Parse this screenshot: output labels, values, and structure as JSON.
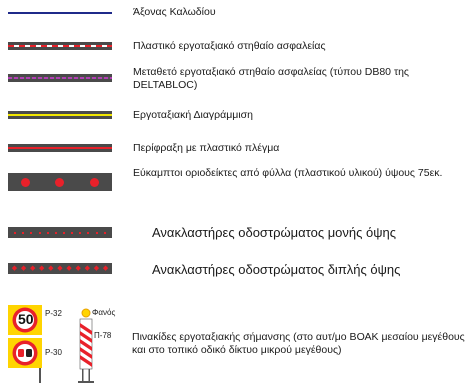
{
  "legend": {
    "axis_label": "Άξονας Καλωδίου",
    "plastic_barrier_label": "Πλαστικό εργοταξιακό στηθαίο ασφαλείας",
    "movable_barrier_label": "Μεταθετό εργοταξιακό στηθαίο ασφαλείας (τύπου DB80 της DELTABLOC)",
    "work_marking_label": "Εργοταξιακή Διαγράμμιση",
    "fence_label": "Περίφραξη με πλαστικό πλέγμα",
    "delineators_label": "Εύκαμπτοι οριοδείκτες από φύλλα (πλαστικού υλικού) ύψους 75εκ.",
    "single_reflectors_label": "Ανακλαστήρες οδοστρώματος μονής όψης",
    "double_reflectors_label": "Ανακλαστήρες οδοστρώματος διπλής όψης",
    "signs_label": "Πινακίδες εργοταξιακής σήμανσης (στο αυτ/μο ΒΟΑΚ μεσαίου μεγέθους και στο τοπικό οδικό δίκτυο μικρού μεγέθους)"
  },
  "signs": {
    "speed_value": "50",
    "p32_code": "Ρ-32",
    "p30_code": "Ρ-30",
    "lamp_label": "Φανός",
    "p78_code": "Π-78"
  },
  "colors": {
    "navy": "#1f2a8a",
    "red": "#e8212a",
    "purple": "#b23fb4",
    "yellow": "#f1e600",
    "sign_yellow": "#ffd400",
    "band_gray": "#4a4a4a"
  }
}
